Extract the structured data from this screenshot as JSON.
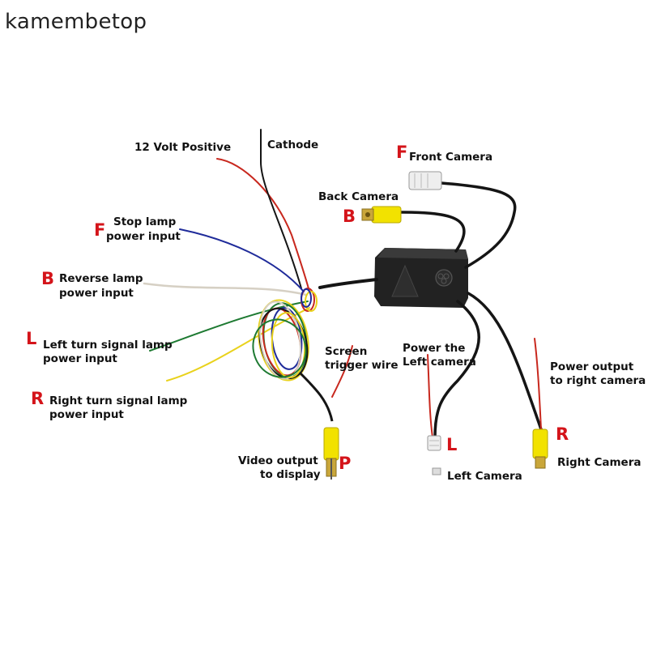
{
  "watermark": "kamembetop",
  "labels": {
    "volt_positive": "12 Volt Positive",
    "cathode": "Cathode",
    "front_camera": "Front Camera",
    "back_camera": "Back Camera",
    "stop_lamp_1": "Stop lamp",
    "stop_lamp_2": "power input",
    "reverse_lamp_1": "Reverse lamp",
    "reverse_lamp_2": "power input",
    "left_turn_1": "Left turn signal lamp",
    "left_turn_2": "power input",
    "right_turn_1": "Right turn signal lamp",
    "right_turn_2": "power input",
    "screen_trigger_1": "Screen",
    "screen_trigger_2": "trigger wire",
    "power_left_1": "Power the",
    "power_left_2": "Left camera",
    "power_right_1": "Power output",
    "power_right_2": "to right camera",
    "video_output_1": "Video output",
    "video_output_2": "to display",
    "left_camera": "Left Camera",
    "right_camera": "Right Camera"
  },
  "letters": {
    "front": "F",
    "back": "B",
    "stop": "F",
    "reverse": "B",
    "left_turn": "L",
    "right_turn": "R",
    "video": "P",
    "left_cam": "L",
    "right_cam": "R"
  },
  "colors": {
    "letter_red": "#d4141a",
    "rca_yellow": "#f2e200",
    "box": "#1e1e1e",
    "wire_black": "#151515",
    "wire_red": "#c8281e",
    "wire_blue": "#1f2b9a",
    "wire_white": "#e8e2d6",
    "wire_green": "#1e7a32",
    "wire_yellow": "#e9d21c"
  }
}
